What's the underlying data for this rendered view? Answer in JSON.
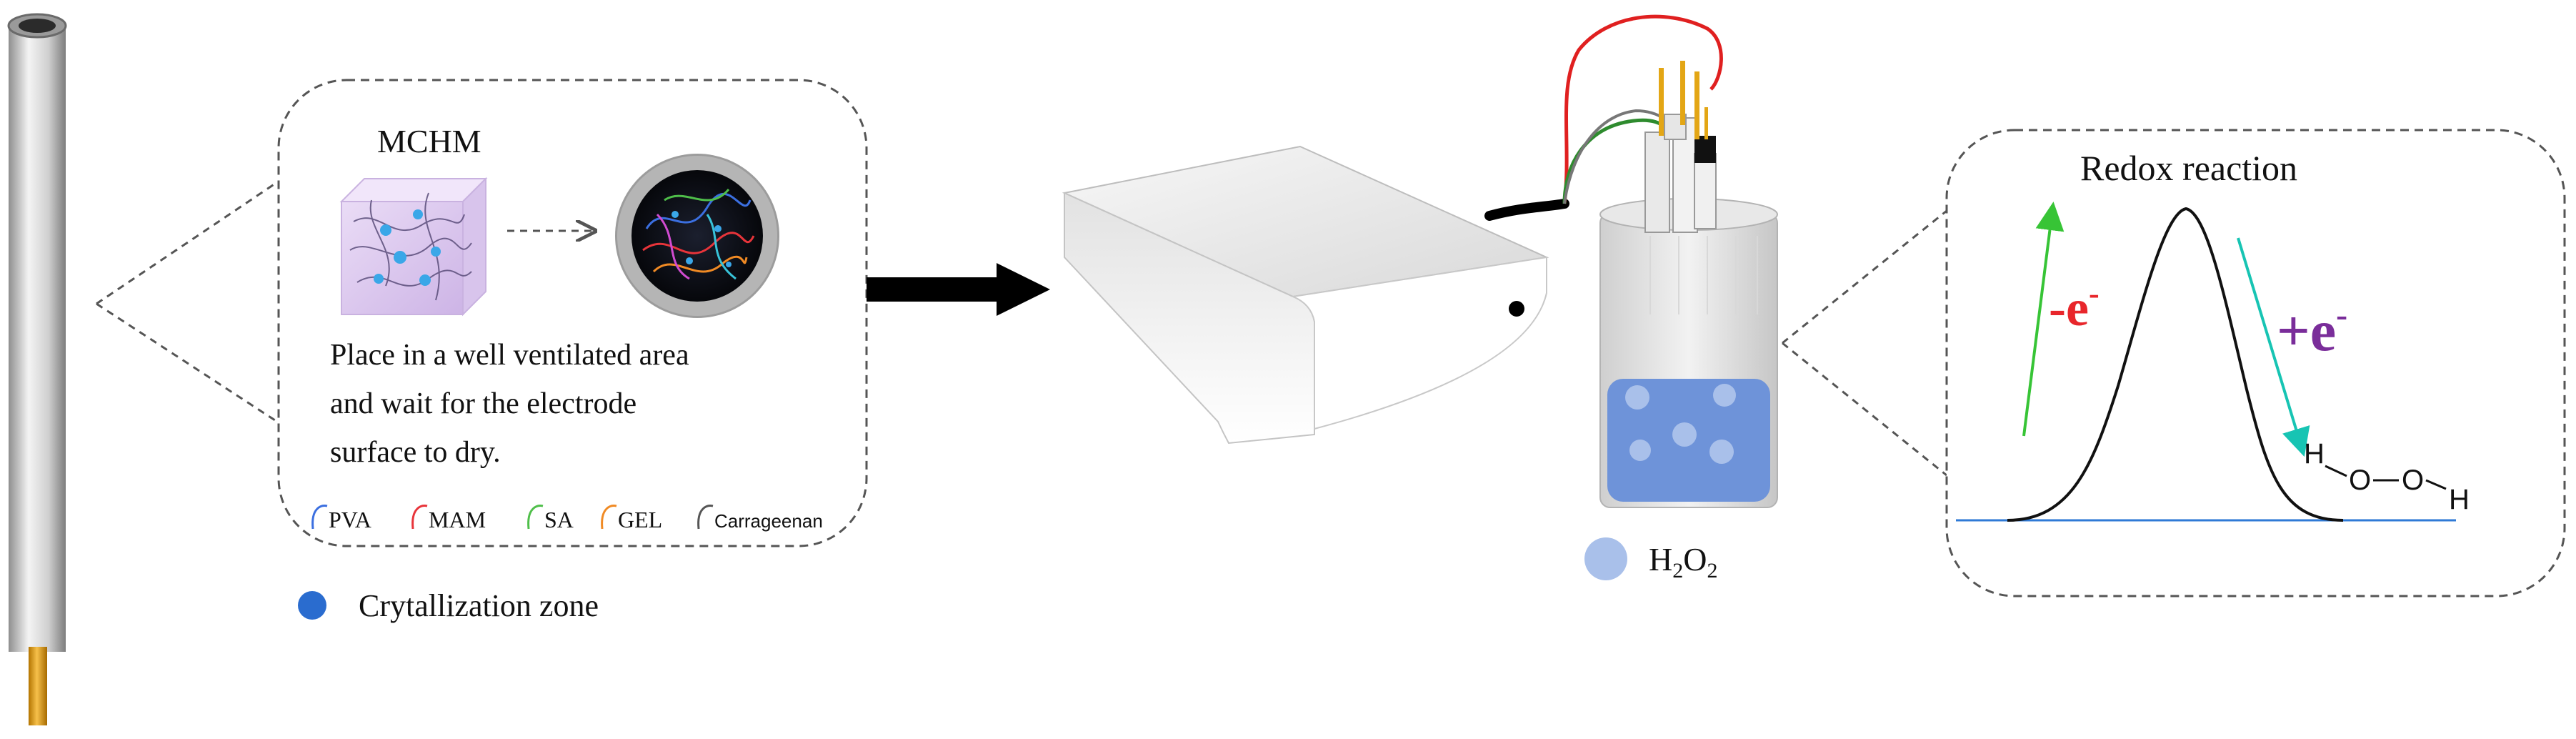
{
  "mchm_title": "MCHM",
  "instruction_lines": [
    "Place in a well ventilated area",
    "and wait for the electrode",
    "surface to dry."
  ],
  "legend": {
    "items": [
      {
        "label": "PVA",
        "color": "#3b6fe0"
      },
      {
        "label": "MAM",
        "color": "#e8343a"
      },
      {
        "label": "SA",
        "color": "#4fbf4a"
      },
      {
        "label": "GEL",
        "color": "#f08a24"
      },
      {
        "label": "Carrageenan",
        "color": "#555555"
      }
    ]
  },
  "crystallization": {
    "label": "Crytallization zone",
    "color": "#2a6ccf"
  },
  "h2o2": {
    "label_base": "H",
    "sub1": "2",
    "mid": "O",
    "sub2": "2",
    "color": "#a9c0ea"
  },
  "redox": {
    "title": "Redox reaction",
    "minus_label": "-e",
    "minus_sup": "-",
    "minus_color": "#e8262b",
    "plus_label": "+e",
    "plus_sup": "-",
    "plus_color": "#7a2d9a",
    "molecule": {
      "h1": "H",
      "o1": "O",
      "o2": "O",
      "h2": "H"
    }
  },
  "colors": {
    "rod_metal": "#c9c9c9",
    "rod_tip": "#e6a21a",
    "liquid": "#6e93d9",
    "baseline": "#2f7ad6",
    "arrow_green": "#37c436",
    "arrow_teal": "#17c4b3"
  }
}
